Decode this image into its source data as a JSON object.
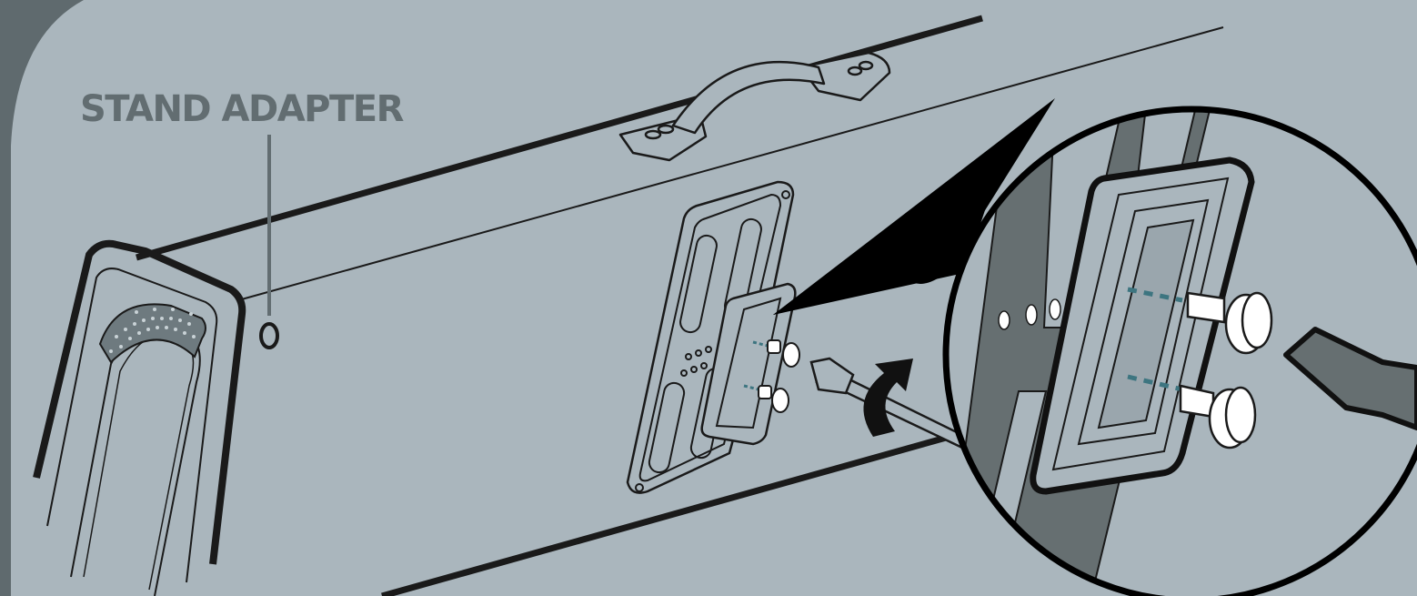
{
  "callout": {
    "label": "STAND ADAPTER"
  },
  "colors": {
    "background_dark": "#5f6a6e",
    "panel": "#aab6bd",
    "panel_dark": "#9aa6ad",
    "rail": "#666f71",
    "line": "#1a1a1a",
    "label": "#626d71",
    "screw_marker": "#3d7580",
    "knob": "#ffffff"
  },
  "figure": {
    "main_view": "keyboard-case-with-rail-mount",
    "detail_view": "magnified-rail-clamp-with-two-thumbscrews",
    "tool": "flat-screwdriver",
    "action": "rotate-arrow-clockwise"
  }
}
